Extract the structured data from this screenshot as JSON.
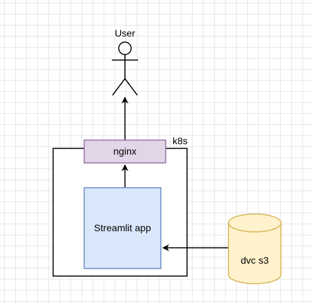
{
  "nodes": {
    "user": {
      "label": "User",
      "icon": "user-actor-icon"
    },
    "nginx": {
      "label": "nginx"
    },
    "k8s": {
      "label": "k8s"
    },
    "streamlit": {
      "label": "Streamlit app"
    },
    "dvc": {
      "label": "dvc s3",
      "icon": "database-cylinder-icon"
    }
  },
  "edges": [
    {
      "from": "nginx",
      "to": "user"
    },
    {
      "from": "streamlit",
      "to": "nginx"
    },
    {
      "from": "dvc",
      "to": "streamlit"
    }
  ],
  "colors": {
    "nginx_fill": "#e1d5e7",
    "nginx_stroke": "#9673a6",
    "streamlit_fill": "#dae8fc",
    "streamlit_stroke": "#6c8ebf",
    "dvc_fill": "#fff2cc",
    "dvc_stroke": "#d6b656",
    "line": "#000000"
  }
}
